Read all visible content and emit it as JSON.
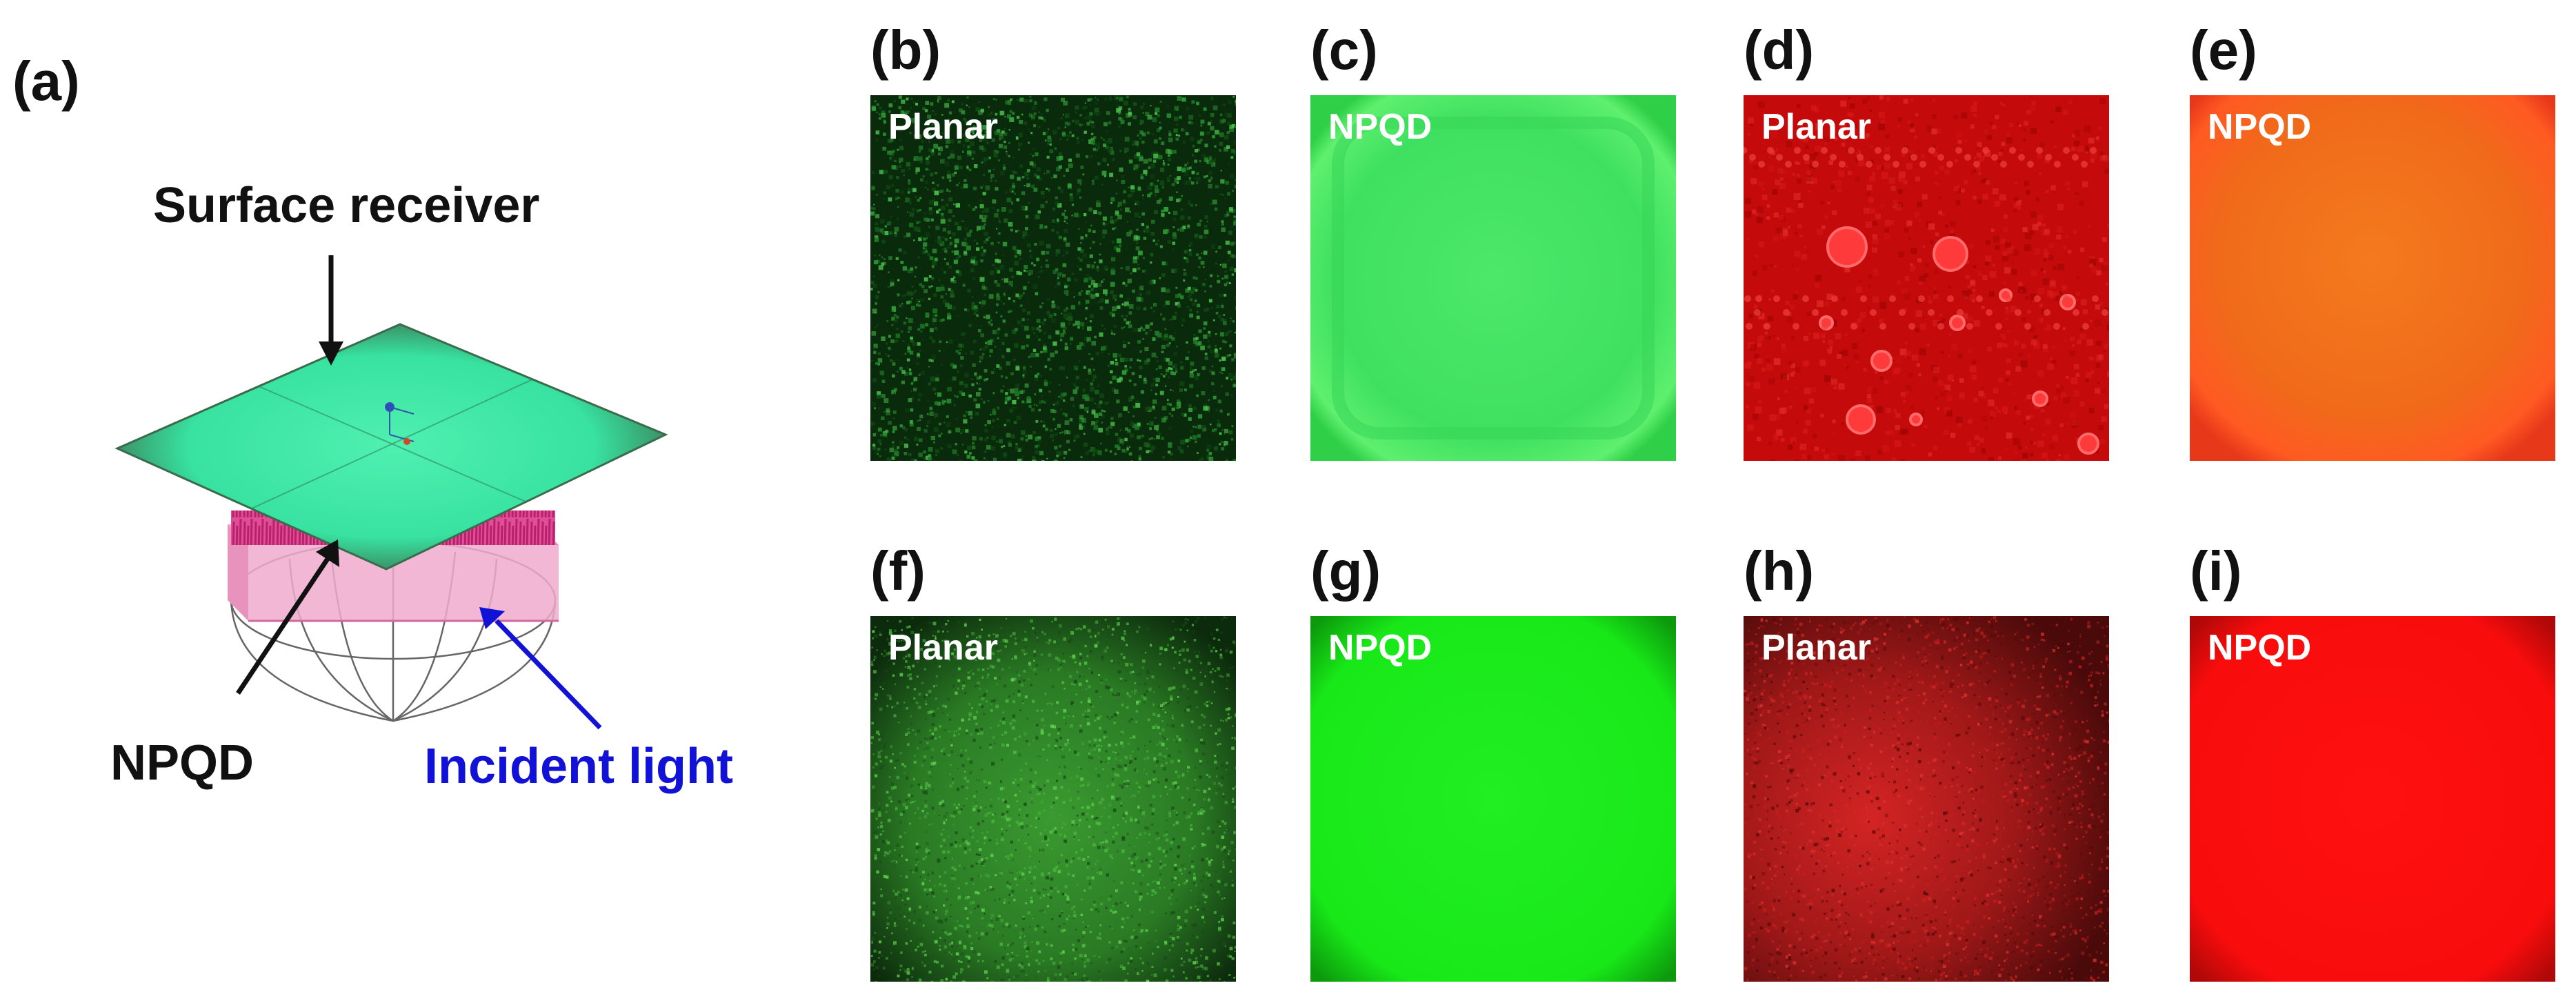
{
  "panel_a": {
    "letter": "(a)",
    "surface_receiver_label": "Surface receiver",
    "npqd_label": "NPQD",
    "incident_light_label": "Incident light",
    "colors": {
      "receiver": "#3fe8a0",
      "receiver_edge": "#3a6b4c",
      "npqd_pink": "#e0529a",
      "arrow_black": "#111111",
      "arrow_blue": "#1212d6"
    }
  },
  "panels": [
    {
      "id": "b",
      "letter": "(b)",
      "label": "Planar",
      "style": "green-noise"
    },
    {
      "id": "c",
      "letter": "(c)",
      "label": "NPQD",
      "style": "green-uniform"
    },
    {
      "id": "d",
      "letter": "(d)",
      "label": "Planar",
      "style": "red-spots"
    },
    {
      "id": "e",
      "letter": "(e)",
      "label": "NPQD",
      "style": "orange-uniform"
    },
    {
      "id": "f",
      "letter": "(f)",
      "label": "Planar",
      "style": "green-speckle"
    },
    {
      "id": "g",
      "letter": "(g)",
      "label": "NPQD",
      "style": "green-bright"
    },
    {
      "id": "h",
      "letter": "(h)",
      "label": "Planar",
      "style": "red-speckle"
    },
    {
      "id": "i",
      "letter": "(i)",
      "label": "NPQD",
      "style": "red-uniform"
    }
  ]
}
